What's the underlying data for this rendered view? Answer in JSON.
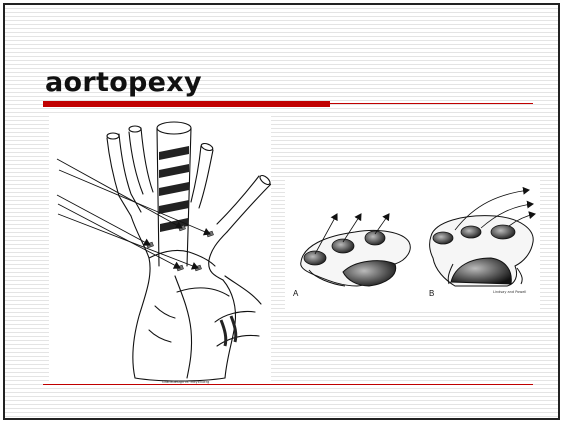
{
  "slide": {
    "title": "aortopexy",
    "accent_color": "#c00000"
  },
  "figures": {
    "left": {
      "caption": "Grafikdesign M. Meyerberg"
    },
    "right": {
      "label_a": "A",
      "label_b": "B",
      "caption_b": "Lindsay and Powell"
    }
  }
}
